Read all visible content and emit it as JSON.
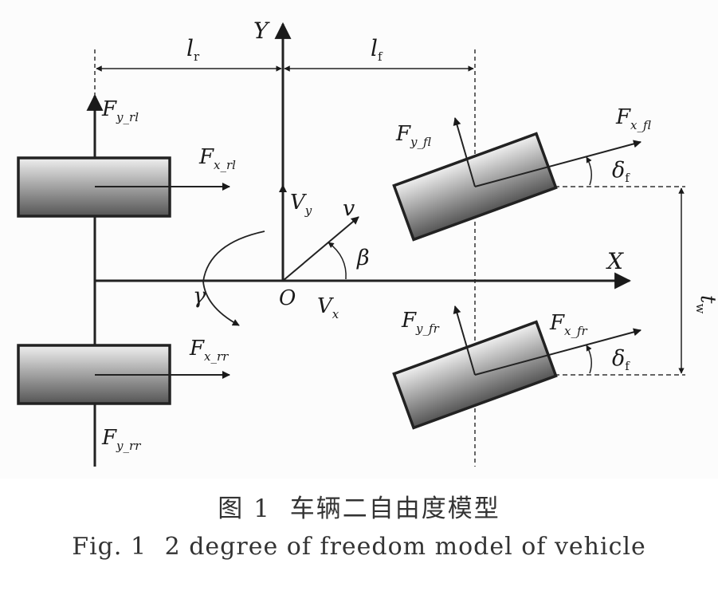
{
  "axes": {
    "x": "X",
    "y": "Y",
    "origin": "O"
  },
  "dims": {
    "lr": {
      "main": "l",
      "sub": "r"
    },
    "lf": {
      "main": "l",
      "sub": "f"
    },
    "tw": {
      "main": "t",
      "sub": "w"
    }
  },
  "forces": {
    "fy_rl": {
      "main": "F",
      "sub": "y_rl"
    },
    "fx_rl": {
      "main": "F",
      "sub": "x_rl"
    },
    "fx_rr": {
      "main": "F",
      "sub": "x_rr"
    },
    "fy_rr": {
      "main": "F",
      "sub": "y_rr"
    },
    "fy_fl": {
      "main": "F",
      "sub": "y_fl"
    },
    "fx_fl": {
      "main": "F",
      "sub": "x_fl"
    },
    "fy_fr": {
      "main": "F",
      "sub": "y_fr"
    },
    "fx_fr": {
      "main": "F",
      "sub": "x_fr"
    }
  },
  "motion": {
    "vy": {
      "main": "V",
      "sub": "y"
    },
    "vx": {
      "main": "V",
      "sub": "x"
    },
    "v": "v",
    "beta": "β",
    "gamma": "γ",
    "delta_fl": {
      "main": "δ",
      "sub": "f"
    },
    "delta_fr": {
      "main": "δ",
      "sub": "f"
    }
  },
  "caption": {
    "cn_label": "图 1",
    "cn_text": "车辆二自由度模型",
    "en_label": "Fig. 1",
    "en_text": "2 degree of freedom model of vehicle"
  }
}
